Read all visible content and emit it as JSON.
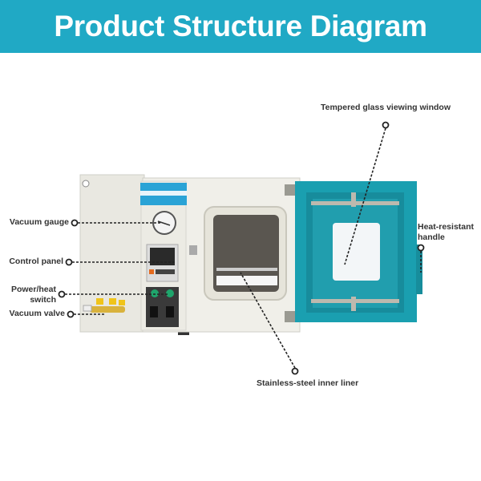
{
  "header": {
    "title": "Product Structure Diagram"
  },
  "labels": {
    "glass_window": "Tempered glass viewing window",
    "handle_line1": "Heat-resistant",
    "handle_line2": "handle",
    "inner_liner": "Stainless-steel inner liner",
    "vacuum_gauge": "Vacuum gauge",
    "control_panel": "Control panel",
    "switch_line1": "Power/heat",
    "switch_line2": "switch",
    "vacuum_valve": "Vacuum valve"
  },
  "colors": {
    "header": "#20a9c5",
    "door": "#1a9fb0",
    "body": "#ecebe4"
  }
}
